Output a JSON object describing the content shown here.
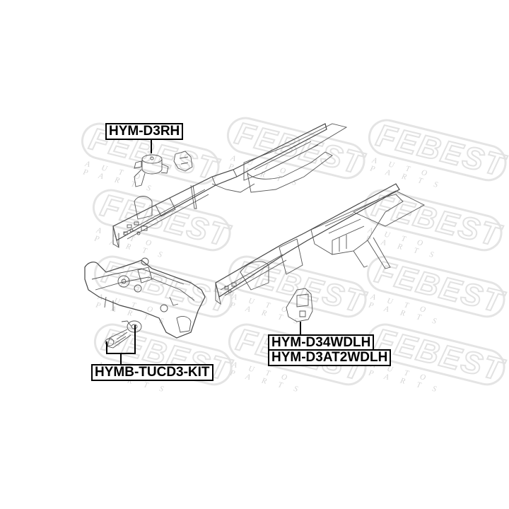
{
  "diagram": {
    "type": "exploded parts diagram",
    "subject": "engine and transmission mounts on front subframe and chassis rails",
    "watermark": {
      "brand": "FEBEST",
      "tagline": "AUTO PARTS"
    },
    "callouts": [
      {
        "id": "engine-mount-right",
        "part_number": "HYM-D3RH"
      },
      {
        "id": "transmission-mount-left-1",
        "part_number": "HYM-D34WDLH"
      },
      {
        "id": "transmission-mount-left-2",
        "part_number": "HYM-D3AT2WDLH"
      },
      {
        "id": "rear-torque-rod-kit",
        "part_number": "HYMB-TUCD3-KIT"
      }
    ],
    "colors": {
      "background": "#ffffff",
      "label_border": "#000000",
      "line_art": "#555555",
      "watermark": "#e2e2e2"
    }
  }
}
